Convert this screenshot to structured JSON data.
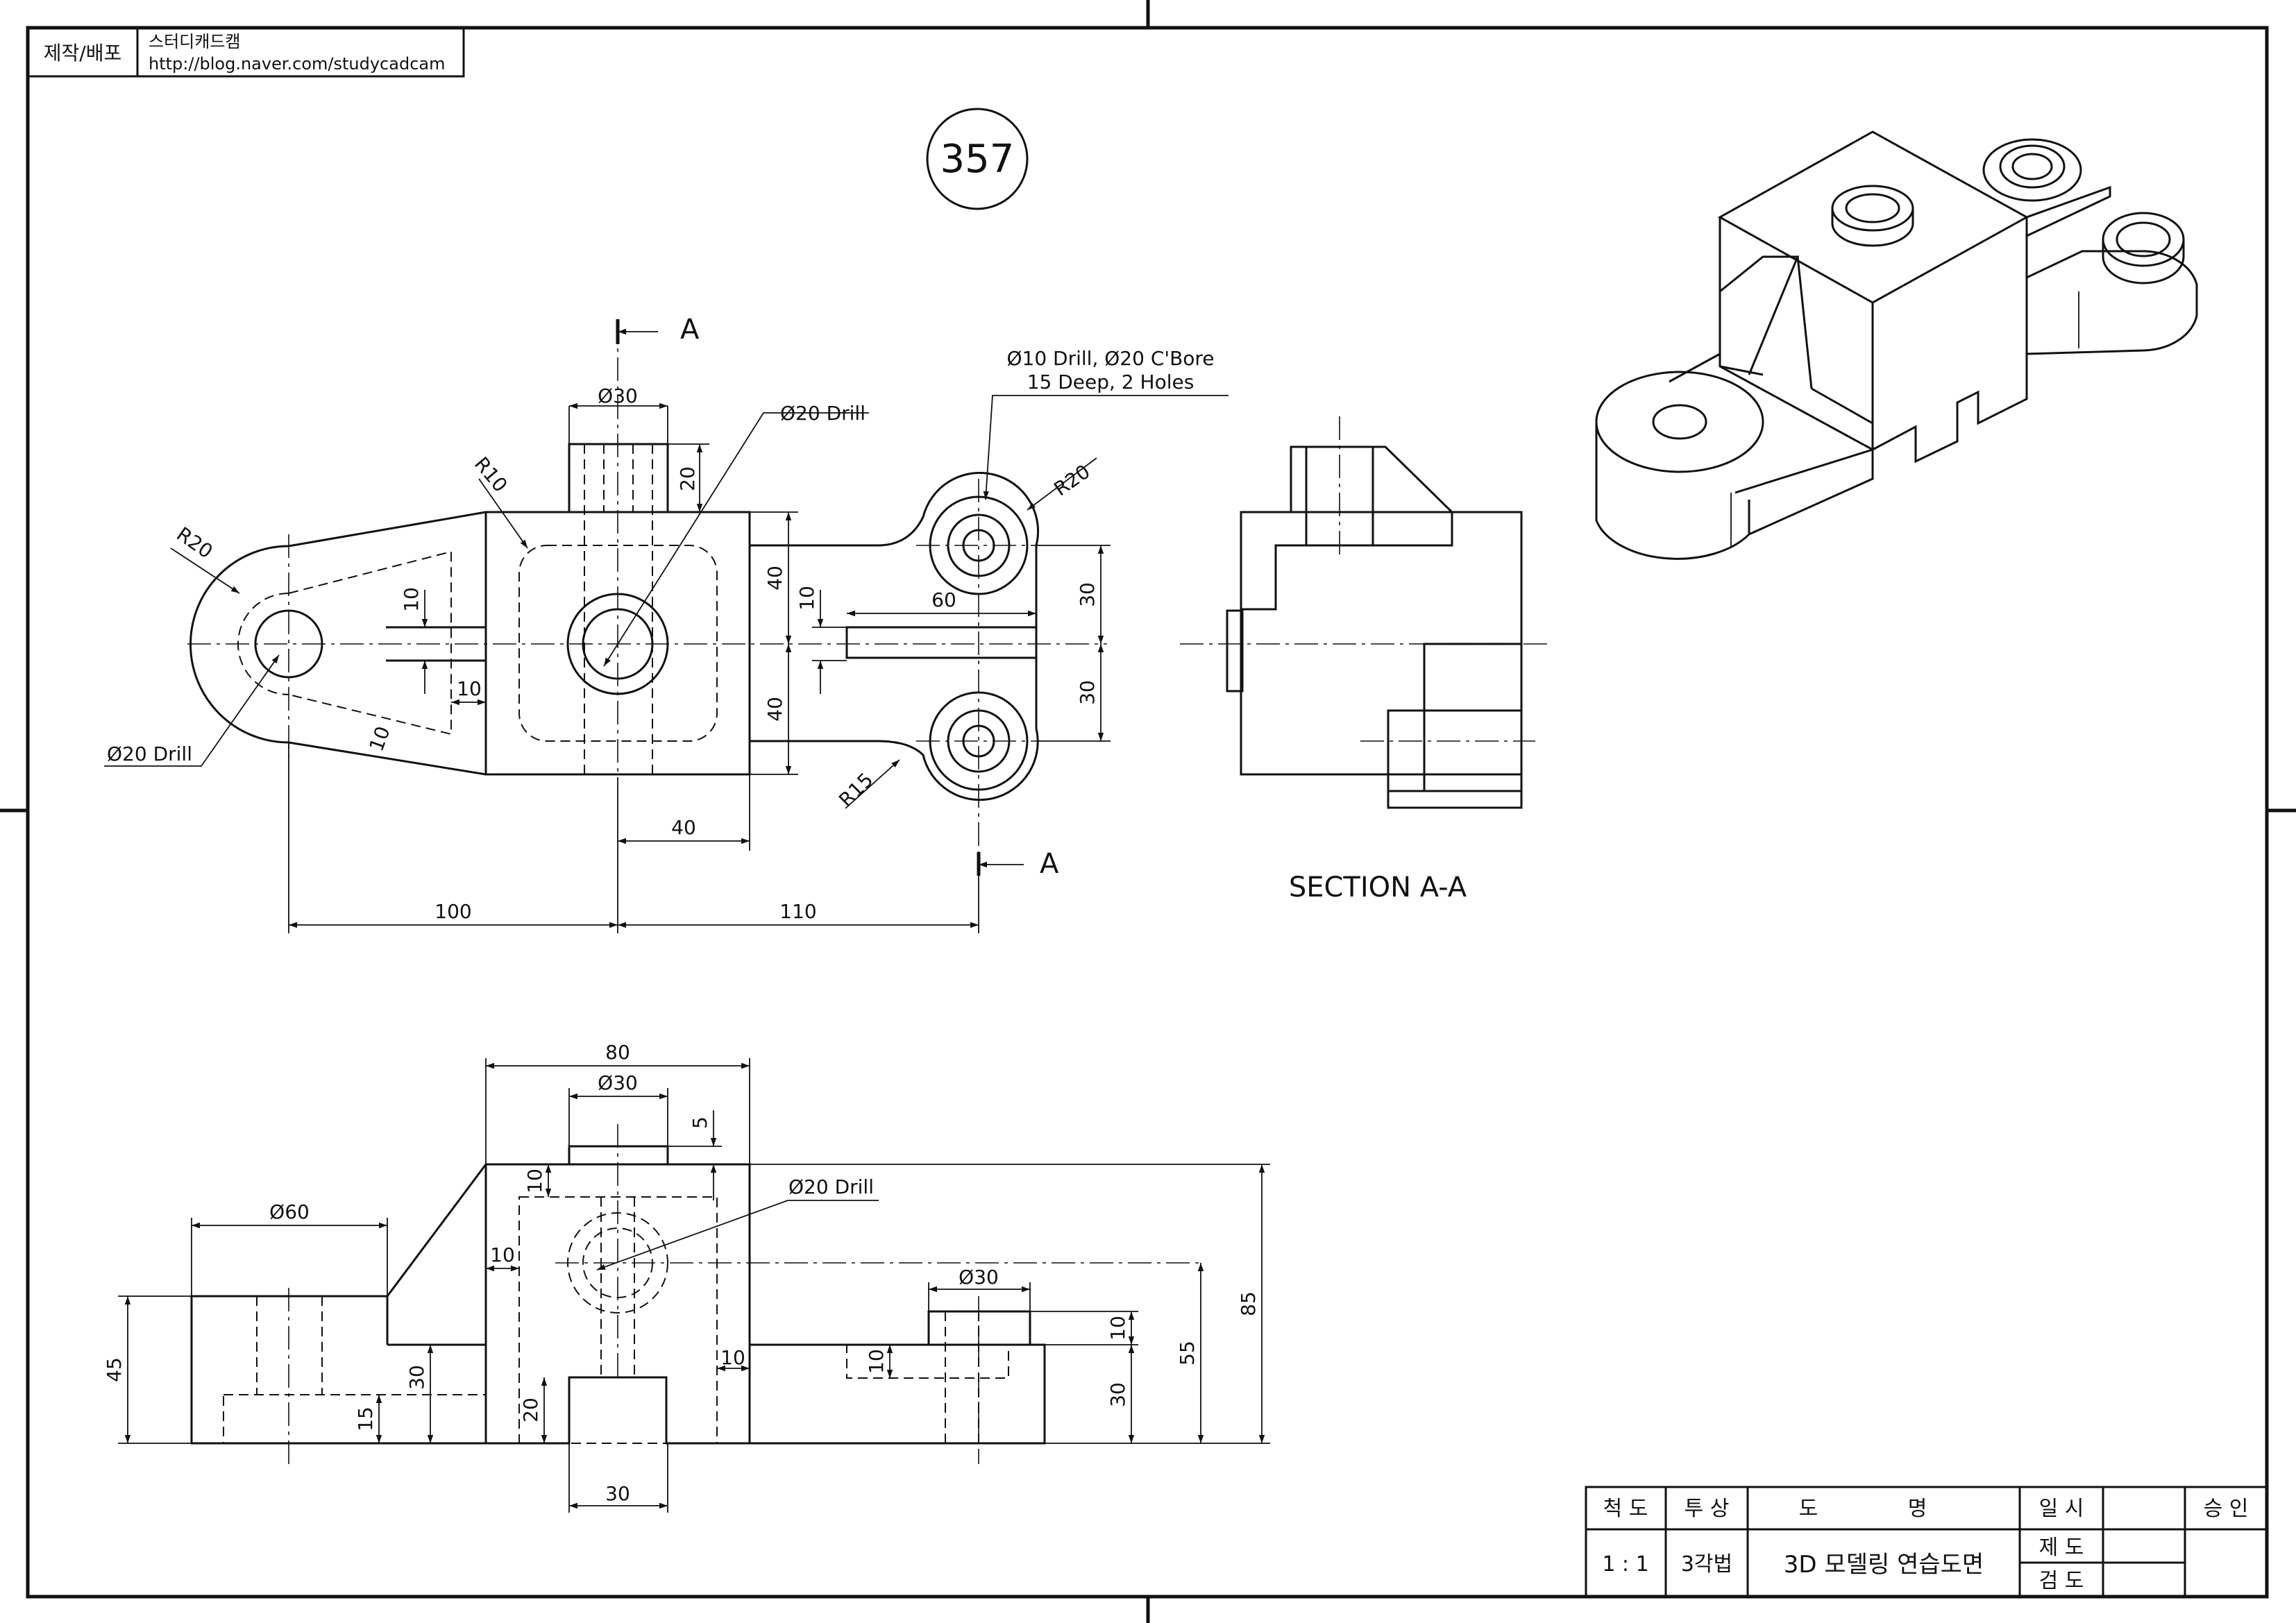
{
  "credit": {
    "label": "제작/배포",
    "name": "스터디캐드캠",
    "url": "http://blog.naver.com/studycadcam"
  },
  "drawing_number": "357",
  "section": {
    "marker": "A",
    "title": "SECTION A-A"
  },
  "callouts": {
    "cbore_line1": "Ø10 Drill, Ø20 C'Bore",
    "cbore_line2": "15 Deep, 2 Holes",
    "drill_top": "Ø20 Drill",
    "drill_left": "Ø20 Drill",
    "drill_front": "Ø20 Drill"
  },
  "dimensions": {
    "top_view": {
      "boss_dia": "Ø30",
      "boss_height": "20",
      "r10": "R10",
      "r20_left": "R20",
      "r20_right": "R20",
      "r15": "R15",
      "rib_width": "10",
      "rib_gap": "10",
      "rib_angle": "10",
      "upper_40": "40",
      "lower_40": "40",
      "slot_10": "10",
      "slot_60": "60",
      "upper_30": "30",
      "lower_30": "30",
      "offset_40": "40",
      "left_100": "100",
      "right_110": "110"
    },
    "front_view": {
      "width_80": "80",
      "boss_dia": "Ø30",
      "boss_5": "5",
      "cyl_dia": "Ø60",
      "hole_10_top": "10",
      "wall_10": "10",
      "rib_10": "10",
      "left_45": "45",
      "left_30": "30",
      "left_15": "15",
      "notch_20": "20",
      "notch_30": "30",
      "right_boss_dia": "Ø30",
      "right_10a": "10",
      "right_10b": "10",
      "right_30": "30",
      "right_55": "55",
      "right_85": "85"
    }
  },
  "title_block": {
    "scale_label": "척 도",
    "scale_value": "1 : 1",
    "projection_label": "투 상",
    "projection_value": "3각법",
    "drawing_name_label": "도 명",
    "drawing_name_value": "3D 모델링 연습도면",
    "date_label": "일 시",
    "approval_label": "승 인",
    "drafted_label": "제 도",
    "checked_label": "검 도"
  }
}
